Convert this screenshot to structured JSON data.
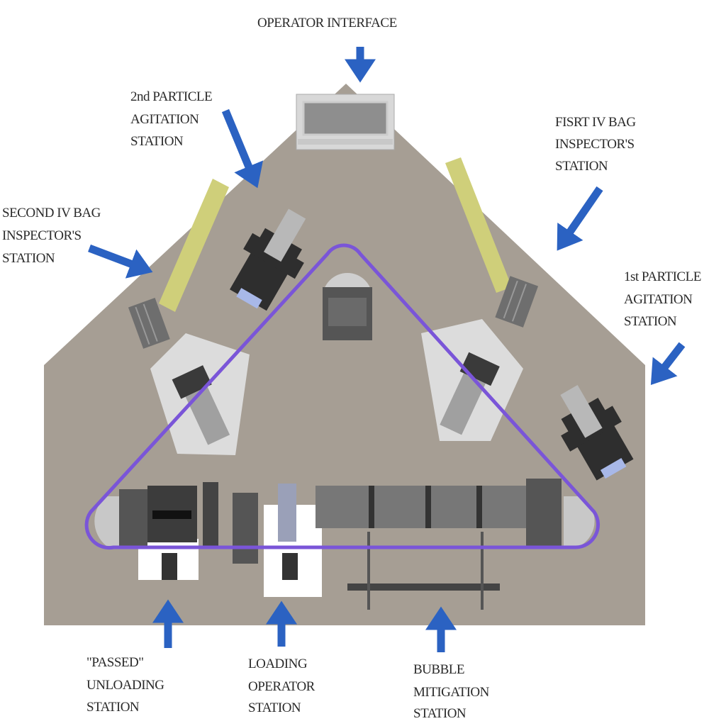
{
  "title": "IV bag inspection system layout",
  "colors": {
    "base": "#a69e94",
    "conveyor": "#7a55d8",
    "arrow": "#2b62c2",
    "inspector_bar": "#cfcf7a",
    "equipment": "#6e6e6e"
  },
  "labels": {
    "operator_interface": [
      "OPERATOR INTERFACE"
    ],
    "second_particle": [
      "2nd PARTICLE",
      "AGITATION",
      "STATION"
    ],
    "second_iv": [
      "SECOND IV BAG",
      "INSPECTOR'S",
      "STATION"
    ],
    "first_iv": [
      "FISRT IV BAG",
      "INSPECTOR'S",
      "STATION"
    ],
    "first_particle": [
      "1st PARTICLE",
      "AGITATION",
      "STATION"
    ],
    "passed_unloading": [
      "\"PASSED\"",
      " UNLOADING",
      "STATION"
    ],
    "loading_operator": [
      "LOADING",
      "OPERATOR",
      "STATION"
    ],
    "bubble_mitigation": [
      "BUBBLE",
      "MITIGATION",
      "STATION"
    ]
  }
}
